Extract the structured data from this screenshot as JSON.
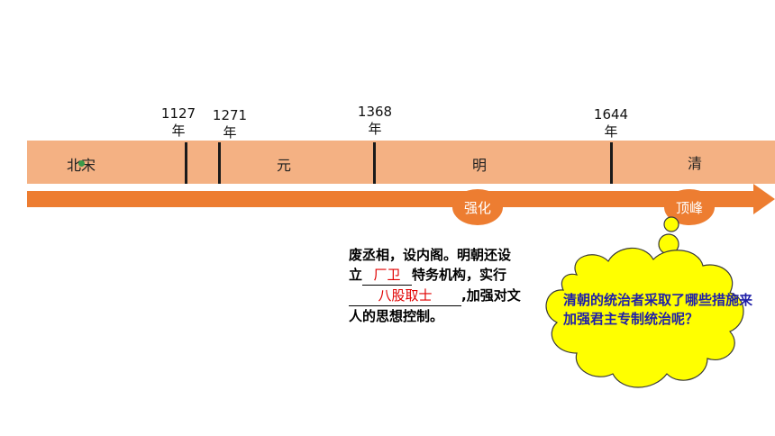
{
  "years": [
    {
      "label": "1127\n年"
    },
    {
      "label": "1271\n年"
    },
    {
      "label": "1368\n年"
    },
    {
      "label": "1644\n年"
    }
  ],
  "dynasties": {
    "north_song": "北宋",
    "yuan": "元",
    "ming": "明",
    "qing": "清"
  },
  "badges": {
    "strengthen": "强化",
    "peak": "顶峰"
  },
  "note": {
    "line1": "废丞相，设内阁。明朝还设",
    "line2_prefix": "立",
    "blank1": "厂卫",
    "line2_suffix": "特务机构，实行",
    "blank2": "八股取士",
    "line3_suffix": ",加强对文",
    "line4": "人的思想控制。"
  },
  "cloud": {
    "question": "清朝的统治者采取了哪些措施来加强君主专制统治呢？"
  },
  "colors": {
    "band": "#f4b183",
    "arrow": "#ed7d31",
    "cloud_fill": "#ffff00",
    "cloud_text": "#1f1fa8",
    "answer_text": "#e00000"
  }
}
